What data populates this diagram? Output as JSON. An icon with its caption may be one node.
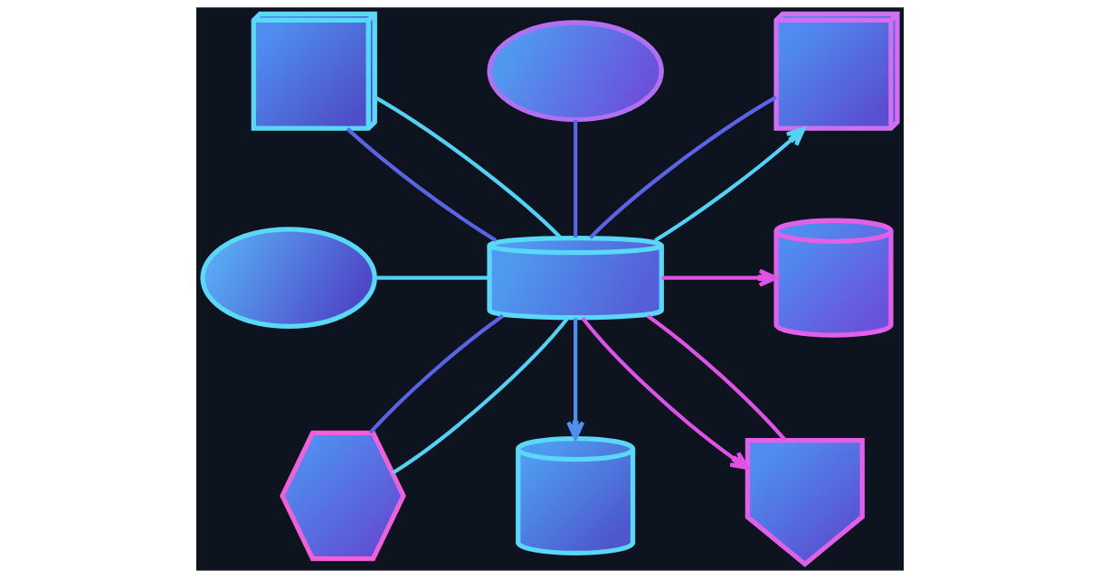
{
  "diagram": {
    "nodes": [
      {
        "text": [],
        "shape": "cloud"
      },
      {
        "text": [],
        "shape": "server"
      },
      {
        "text": [],
        "shape": "server"
      },
      {
        "text": [],
        "shape": "cloud"
      },
      {
        "text": [],
        "shape": "cylinder"
      },
      {
        "text": [],
        "shape": "cylinder"
      },
      {
        "text": [],
        "shape": "hexagon"
      },
      {
        "text": [],
        "shape": "shield"
      },
      {
        "text": [],
        "shape": "cylinder"
      }
    ],
    "edges": [
      {
        "from": 0,
        "to": 4,
        "arrow": "none",
        "color": "#5b63e6"
      },
      {
        "from": 1,
        "to": 4,
        "arrow": "none",
        "color": "#5b63e6"
      },
      {
        "from": 1,
        "to": 4,
        "arrow": "none",
        "color": "#52d2f5"
      },
      {
        "from": 4,
        "to": 2,
        "arrow": "none",
        "color": "#5b63e6"
      },
      {
        "from": 4,
        "to": 2,
        "arrow": "to",
        "color": "#52d2f5"
      },
      {
        "from": 3,
        "to": 4,
        "arrow": "none",
        "color": "#52d2f5"
      },
      {
        "from": 4,
        "to": 5,
        "arrow": "to",
        "color": "#e052e6"
      },
      {
        "from": 4,
        "to": 6,
        "arrow": "none",
        "color": "#5b63e6"
      },
      {
        "from": 4,
        "to": 6,
        "arrow": "none",
        "color": "#52d2f5"
      },
      {
        "from": 4,
        "to": 8,
        "arrow": "to",
        "color": "#4f8ff0"
      },
      {
        "from": 4,
        "to": 7,
        "arrow": "to",
        "color": "#e052e6"
      },
      {
        "from": 4,
        "to": 7,
        "arrow": "none",
        "color": "#e052e6"
      }
    ]
  }
}
